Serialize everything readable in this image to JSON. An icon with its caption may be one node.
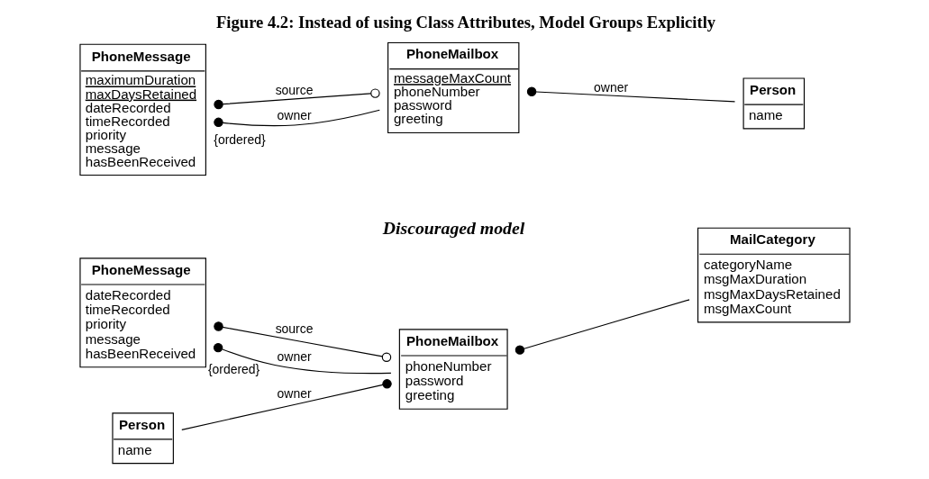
{
  "diagram": {
    "title": "Figure 4.2: Instead of using Class Attributes, Model Groups Explicitly",
    "nodes": [
      {
        "text": [
          "PhoneMessage",
          "maximumDuration",
          "maxDaysRetained",
          "dateRecorded",
          "timeRecorded",
          "priority",
          "message",
          "hasBeenReceived"
        ]
      },
      {
        "text": [
          "PhoneMailbox",
          "messageMaxCount",
          "phoneNumber",
          "password",
          "greeting"
        ]
      },
      {
        "text": [
          "Person",
          "name"
        ]
      },
      {
        "text": [
          "PhoneMessage",
          "dateRecorded",
          "timeRecorded",
          "priority",
          "message",
          "hasBeenReceived"
        ]
      },
      {
        "text": [
          "PhoneMailbox",
          "phoneNumber",
          "password",
          "greeting"
        ]
      },
      {
        "text": [
          "MailCategory",
          "categoryName",
          "msgMaxDuration",
          "msgMaxDaysRetained",
          "msgMaxCount"
        ]
      },
      {
        "text": [
          "Person",
          "name"
        ]
      }
    ],
    "edges": [
      {
        "from": 0,
        "to": 1,
        "arrow": "other",
        "label": "source"
      },
      {
        "from": 0,
        "to": 1,
        "arrow": "other",
        "label": "owner"
      },
      {
        "from": 1,
        "to": 2,
        "arrow": "other",
        "label": "owner"
      },
      {
        "from": 3,
        "to": 4,
        "arrow": "other",
        "label": "source"
      },
      {
        "from": 3,
        "to": 4,
        "arrow": "other",
        "label": "owner"
      },
      {
        "from": 4,
        "to": 5,
        "arrow": "other"
      },
      {
        "from": 6,
        "to": 4,
        "arrow": "other",
        "label": "owner"
      }
    ],
    "labels": [
      "{ordered}",
      "Discouraged model",
      "{ordered}"
    ]
  }
}
